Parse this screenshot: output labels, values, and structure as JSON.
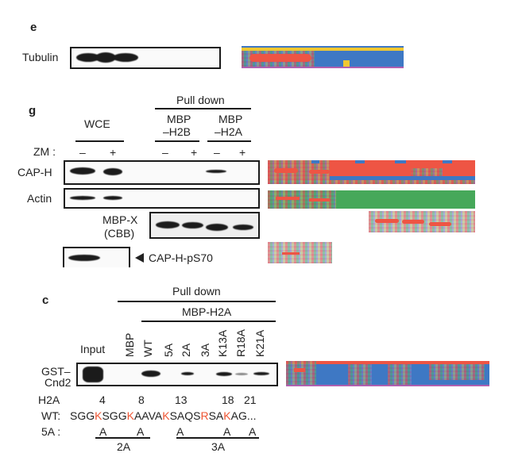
{
  "panel_e": {
    "label": "e",
    "row_label": "Tubulin"
  },
  "panel_g": {
    "label": "g",
    "pull_down": "Pull down",
    "wce": "WCE",
    "mbp_h2b": [
      "MBP",
      "–H2B"
    ],
    "mbp_h2a": [
      "MBP",
      "–H2A"
    ],
    "zm_label": "ZM :",
    "zm_signs": [
      "–",
      "+",
      "–",
      "+",
      "–",
      "+"
    ],
    "rows": [
      "CAP-H",
      "Actin"
    ],
    "mbpx_label": [
      "MBP-X",
      "(CBB)"
    ],
    "ps70_label": "CAP-H-pS70"
  },
  "panel_c": {
    "label": "c",
    "pull_down": "Pull down",
    "mbp_h2a": "MBP-H2A",
    "input": "Input",
    "lanes": [
      "MBP",
      "WT",
      "5A",
      "2A",
      "3A",
      "K13A",
      "R18A",
      "K21A"
    ],
    "row_label": [
      "GST–",
      "Cnd2"
    ],
    "h2a_label": "H2A",
    "positions": [
      "4",
      "8",
      "13",
      "18",
      "21"
    ],
    "wt_label": "WT:",
    "sequence": [
      {
        "text": "SGG",
        "hl": false
      },
      {
        "text": "K",
        "hl": true
      },
      {
        "text": "SGG",
        "hl": false
      },
      {
        "text": "K",
        "hl": true
      },
      {
        "text": "AAVA",
        "hl": false
      },
      {
        "text": "K",
        "hl": true
      },
      {
        "text": "SAQS",
        "hl": false
      },
      {
        "text": "R",
        "hl": true
      },
      {
        "text": "SA",
        "hl": false
      },
      {
        "text": "K",
        "hl": true
      },
      {
        "text": "AG...",
        "hl": false
      }
    ],
    "fiveA_label": "5A :",
    "fiveA_subs": [
      "A",
      "A",
      "A",
      "A",
      "A"
    ],
    "group_2a": "2A",
    "group_3a": "3A"
  },
  "colors": {
    "highlight": "#ee5533",
    "ink": "#1a1a1a"
  }
}
